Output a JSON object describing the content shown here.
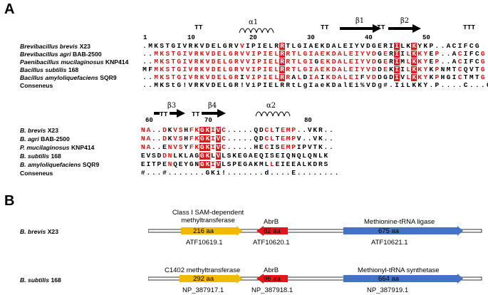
{
  "panel_a": {
    "letter": "A",
    "top": {
      "ruler": [
        "1",
        "10",
        "20",
        "30",
        "40",
        "50"
      ],
      "ss": {
        "tt1": "TT",
        "alpha1": "α1",
        "tt2": "TT",
        "beta1": "β1",
        "tt3": "TT",
        "beta2": "β2",
        "tt4": "TTT"
      },
      "species": [
        {
          "name": "Brevibacillus brevis",
          "strain": "X23",
          "seq": ".MKSTGIVRKVDELGRVVIPIELRRTLGIAEKDALEIYVDGERIILKKYKP..ACIFCG"
        },
        {
          "name": "Brevibacillus agri",
          "strain": "BAB-2500",
          "seq": "..MKSTGIVRKVDELGRVVIPIELRRTLGIAEKDALEIYVDGERIILKKYEP..ACIFCG"
        },
        {
          "name": "Paenibacillus mucilaginosus",
          "strain": "KNP414",
          "seq": "..MKSTGIVRKVDELGRVVIPIELRRTLGIGEKDALEIYVDGERIMLKKYEP..ACIFCG"
        },
        {
          "name": "Bacillus subtilis",
          "strain": "168",
          "seq": "MFMKSTGIVRKVDELGRVVIPIELRRTLGIAEKDALEIYVDDEKIILKKYKPNMTCQVTG"
        },
        {
          "name": "Bacillus amyloliquefaciens",
          "strain": "SQR9",
          "seq": "..MKSTGIVRKVDELGRIVIPIELRRALDIAIKDALEIFVDDGDIVLKKYKPHGICTMTG"
        }
      ],
      "consensus_label": "Conseneus",
      "consensus": "..MKStG!VRKVDELGR!ViPIELRRtLgIaeKDalEi%VDg#.IiLKKY.P....C...G"
    },
    "bottom": {
      "ruler": [
        "60",
        "70",
        "80"
      ],
      "ss": {
        "tt1": "TT",
        "beta3": "β3",
        "tt2": "TT",
        "beta4": "β4",
        "alpha2": "α2"
      },
      "species": [
        {
          "name": "B. brevis",
          "strain": "X23",
          "seq": "NA..DKVSHFKGKIVC.....QDCLTEMP..VKR.."
        },
        {
          "name": "B. agri",
          "strain": "BAB-2500",
          "seq": "NA..DKVSHFKGKIVC.....QDCLTEMPV..VK.."
        },
        {
          "name": "P. mucilaginosus",
          "strain": "KNP414",
          "seq": "NA..ENVSYFKGKIVC.....HECISEMPIPVTK.."
        },
        {
          "name": "B. subtilis",
          "strain": "168",
          "seq": "EVSDDNLKLAGGKLVLSKEGAEQISEIQNQLQNLK"
        },
        {
          "name": "B. amyloliquefaciens",
          "strain": "SQR9",
          "seq": "EITPENQEYGNGKIVLSPEGAKMLLEIEEALKDRS"
        }
      ],
      "consensus_label": "Conseneus",
      "consensus": "#...#.......GKi!.......d....E........"
    }
  },
  "panel_b": {
    "letter": "B",
    "operons": [
      {
        "organism": "B. brevis",
        "strain": "X23",
        "genes": [
          {
            "title": "Class I SAM-dependent methyltransferase",
            "title_line1": "Class I SAM-dependent",
            "title_line2": "methyltransferase",
            "aa": "216 aa",
            "locus": "ATF10619.1",
            "color": "#f5b800",
            "direction": "right"
          },
          {
            "title": "AbrB",
            "aa": "82 aa",
            "locus": "ATF10620.1",
            "color": "#e8141b",
            "direction": "left"
          },
          {
            "title": "Methionine-tRNA ligase",
            "aa": "675 aa",
            "locus": "ATF10621.1",
            "color": "#4472c4",
            "direction": "right"
          }
        ]
      },
      {
        "organism": "B. subtilis",
        "strain": "168",
        "genes": [
          {
            "title": "C1402 methyltransferase",
            "aa": "292 aa",
            "locus": "NP_387917.1",
            "color": "#f5b800",
            "direction": "right"
          },
          {
            "title": "AbrB",
            "aa": "96 aa",
            "locus": "NP_387918.1",
            "color": "#e8141b",
            "direction": "left"
          },
          {
            "title": "Methionyl-tRNA synthetase",
            "aa": "664 aa",
            "locus": "NP_387919.1",
            "color": "#4472c4",
            "direction": "right"
          }
        ]
      }
    ]
  }
}
